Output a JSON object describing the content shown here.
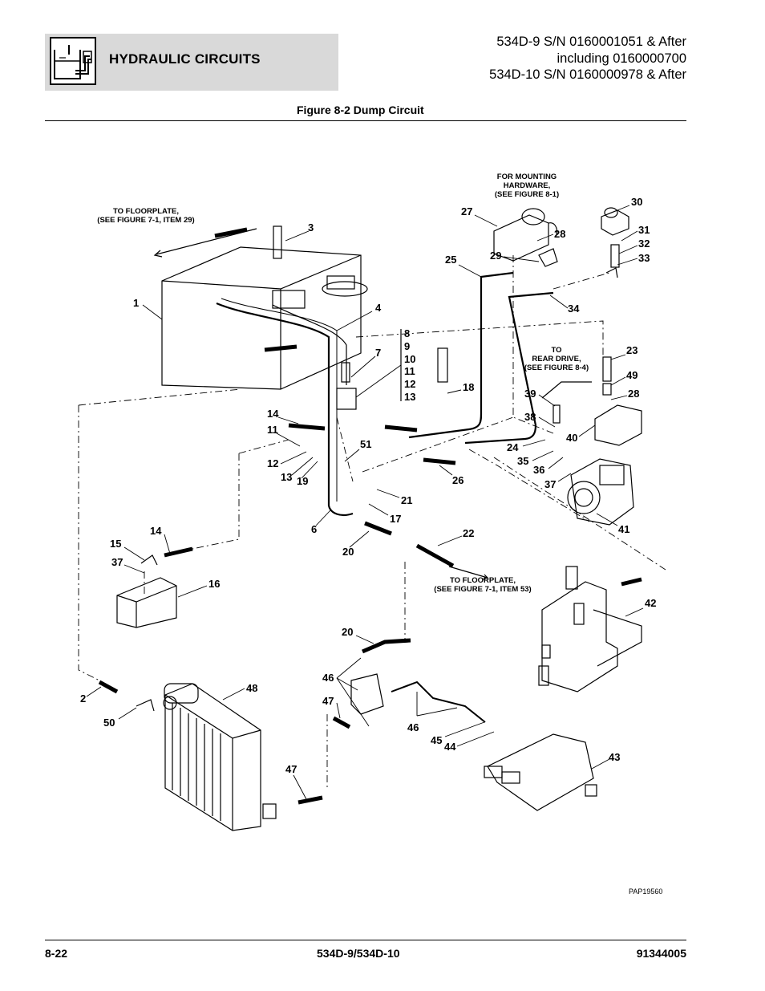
{
  "header": {
    "section_title": "HYDRAULIC CIRCUITS",
    "icon": "hydraulic-tank-icon",
    "serial_lines": [
      "534D-9 S/N 0160001051 & After",
      "including 0160000700",
      "534D-10 S/N 0160000978 & After"
    ]
  },
  "figure": {
    "title": "Figure 8-2 Dump Circuit",
    "drawing_code": "PAP19560",
    "notes": {
      "floorplate_top": [
        "TO FLOORPLATE,",
        "(SEE FIGURE 7-1, ITEM 29)"
      ],
      "mounting_hardware": [
        "FOR MOUNTING",
        "HARDWARE,",
        "(SEE FIGURE 8-1)"
      ],
      "rear_drive": [
        "TO",
        "REAR DRIVE,",
        "(SEE FIGURE 8-4)"
      ],
      "floorplate_bottom": [
        "TO FLOORPLATE,",
        "(SEE FIGURE 7-1, ITEM 53)"
      ]
    },
    "callouts": [
      "1",
      "3",
      "4",
      "7",
      "8",
      "9",
      "10",
      "11",
      "12",
      "13",
      "14",
      "11",
      "12",
      "13",
      "19",
      "51",
      "18",
      "27",
      "28",
      "29",
      "25",
      "30",
      "31",
      "32",
      "33",
      "34",
      "23",
      "49",
      "28",
      "39",
      "38",
      "40",
      "24",
      "35",
      "36",
      "37",
      "26",
      "21",
      "17",
      "6",
      "20",
      "22",
      "41",
      "14",
      "15",
      "37",
      "16",
      "42",
      "20",
      "46",
      "47",
      "46",
      "45",
      "44",
      "43",
      "2",
      "50",
      "48",
      "47"
    ]
  },
  "footer": {
    "page": "8-22",
    "model": "534D-9/534D-10",
    "doc_number": "91344005"
  }
}
